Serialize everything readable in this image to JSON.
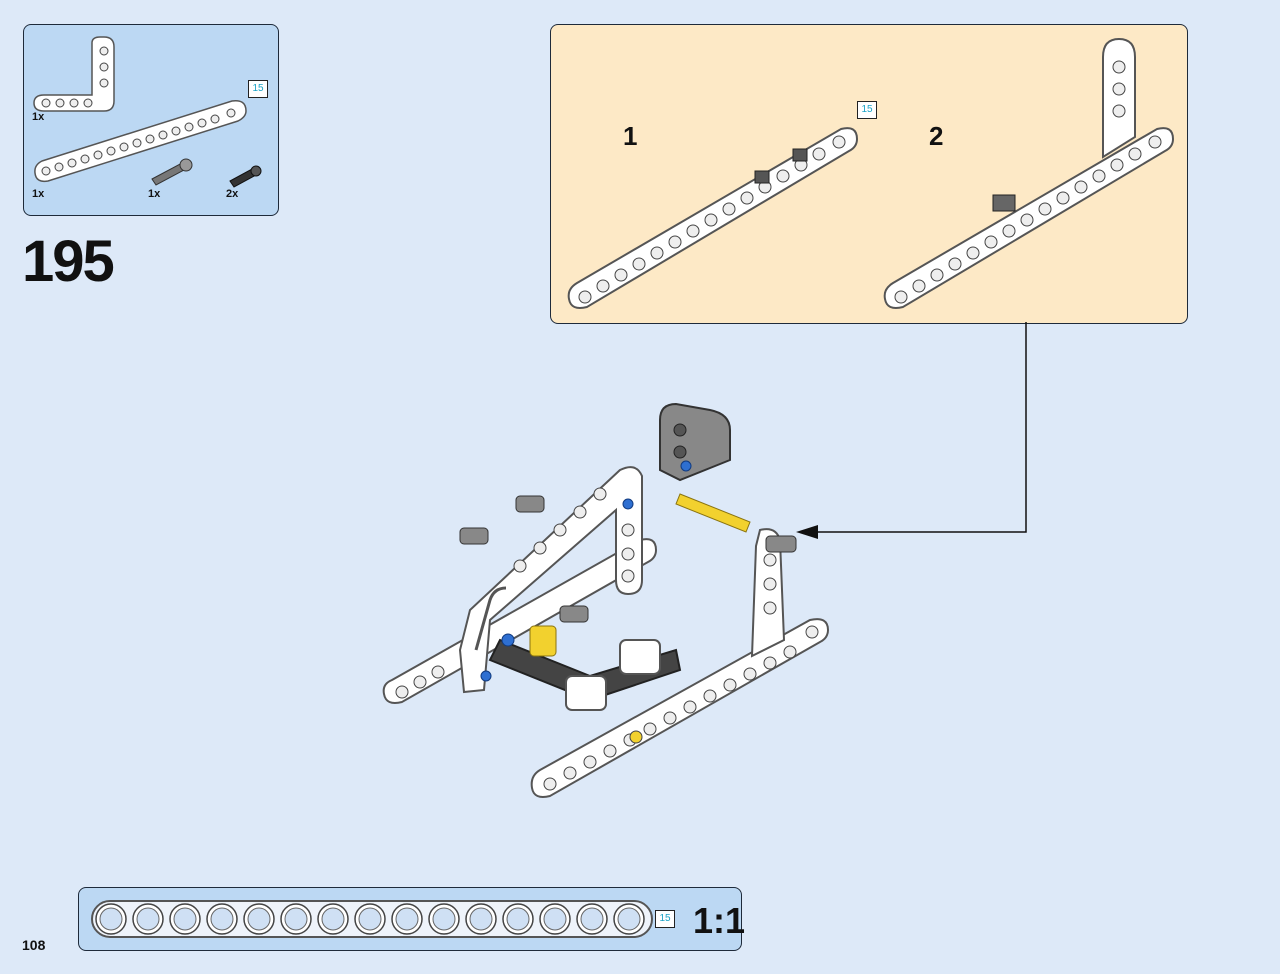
{
  "parts": {
    "items": [
      {
        "icon": "l-beam-part-icon",
        "qty": "1x"
      },
      {
        "icon": "straight-beam-15-part-icon",
        "qty": "1x"
      },
      {
        "icon": "axle-pin-part-icon",
        "qty": "1x"
      },
      {
        "icon": "friction-pin-part-icon",
        "qty": "2x"
      }
    ],
    "length_badge": "15"
  },
  "step": {
    "number": "195"
  },
  "subassembly": {
    "steps": [
      {
        "number": "1"
      },
      {
        "number": "2"
      }
    ],
    "length_badge": "15"
  },
  "ruler": {
    "length_badge": "15",
    "scale": "1:1",
    "hole_count": 15
  },
  "page": {
    "number": "108"
  },
  "colors": {
    "background": "#dde9f8",
    "parts_box": "#bcd8f3",
    "sub_box": "#fde9c6",
    "badge_text": "#1ba3c6"
  }
}
